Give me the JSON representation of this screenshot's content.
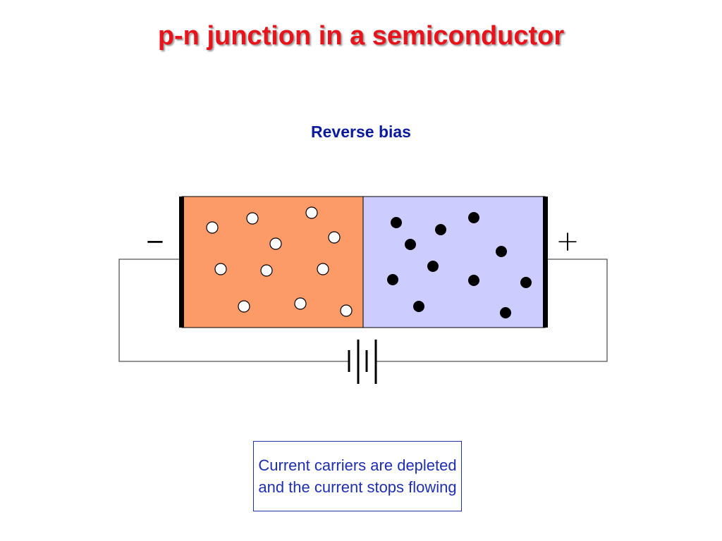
{
  "title": "p-n junction in a semiconductor",
  "subtitle": "Reverse bias",
  "caption": "Current carriers are depleted and the current stops flowing",
  "terminals": {
    "left_sign": "−",
    "right_sign": "+"
  },
  "colors": {
    "title": "#e8141c",
    "subtitle": "#0a1a9a",
    "p_region": "#fc9a68",
    "n_region": "#ccccff",
    "caption": "#1e2fb0",
    "wire": "#555555",
    "electrode": "#000000"
  },
  "regions": [
    {
      "name": "p-region",
      "carrier": "hole"
    },
    {
      "name": "n-region",
      "carrier": "electron"
    }
  ]
}
